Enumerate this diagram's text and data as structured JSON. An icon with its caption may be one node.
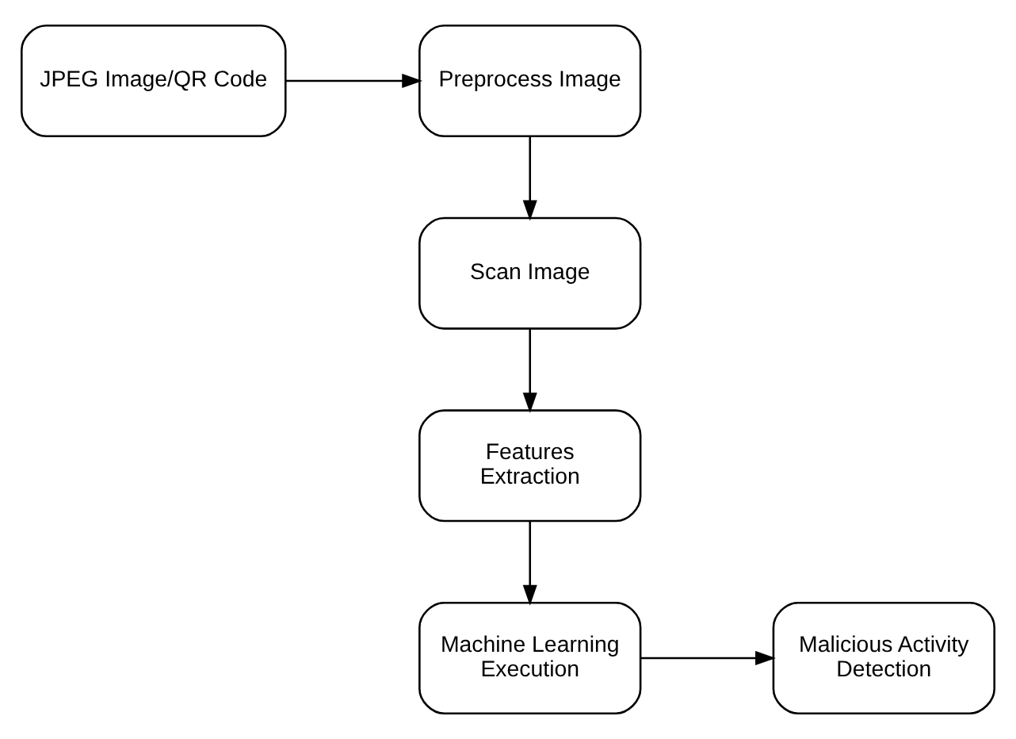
{
  "diagram": {
    "nodes": [
      {
        "text": [
          "JPEG Image/QR Code"
        ]
      },
      {
        "text": [
          "Preprocess Image"
        ]
      },
      {
        "text": [
          "Scan Image"
        ]
      },
      {
        "text": [
          "Features Extraction"
        ]
      },
      {
        "text": [
          "Machine Learning Execution"
        ]
      },
      {
        "text": [
          "Malicious Activity Detection"
        ]
      }
    ],
    "edges": [
      {
        "from": 0,
        "to": 1,
        "arrow": "to"
      },
      {
        "from": 1,
        "to": 2,
        "arrow": "to"
      },
      {
        "from": 2,
        "to": 3,
        "arrow": "to"
      },
      {
        "from": 3,
        "to": 4,
        "arrow": "to"
      },
      {
        "from": 4,
        "to": 5,
        "arrow": "to"
      }
    ]
  }
}
